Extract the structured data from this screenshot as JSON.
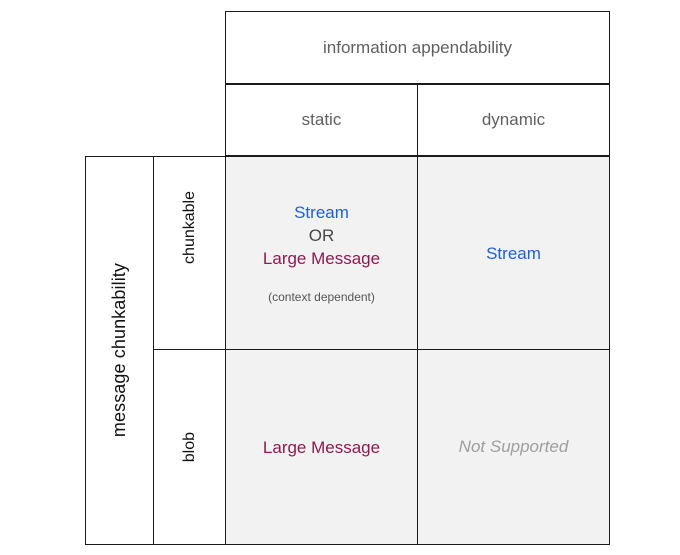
{
  "figure": {
    "column_axis_label": "information appendability",
    "row_axis_label": "message chunkability",
    "column_headers": [
      "static",
      "dynamic"
    ],
    "row_headers": [
      "chunkable",
      "blob"
    ]
  },
  "cells": {
    "chunkable_static": {
      "primary": "Stream",
      "conjunction": "OR",
      "secondary": "Large Message",
      "note": "(context dependent)"
    },
    "chunkable_dynamic": {
      "value": "Stream"
    },
    "blob_static": {
      "value": "Large Message"
    },
    "blob_dynamic": {
      "value": "Not Supported"
    }
  },
  "colors": {
    "stream": "#1f5fd4",
    "large_message": "#8e1a4f",
    "not_supported": "#9e9e9e",
    "header_text": "#5f5f5f",
    "cell_background": "#f2f2f2",
    "border": "#1a1a1a",
    "page_background": "#ffffff"
  },
  "chart_data": {
    "type": "table",
    "title": "",
    "xlabel": "information appendability",
    "ylabel": "message chunkability",
    "categories": [
      "static",
      "dynamic"
    ],
    "rows": [
      "chunkable",
      "blob"
    ],
    "values": [
      [
        "Stream OR Large Message (context dependent)",
        "Stream"
      ],
      [
        "Large Message",
        "Not Supported"
      ]
    ],
    "legend": [
      "Stream",
      "Large Message",
      "Not Supported"
    ],
    "grid": true,
    "legend_position": "none"
  }
}
